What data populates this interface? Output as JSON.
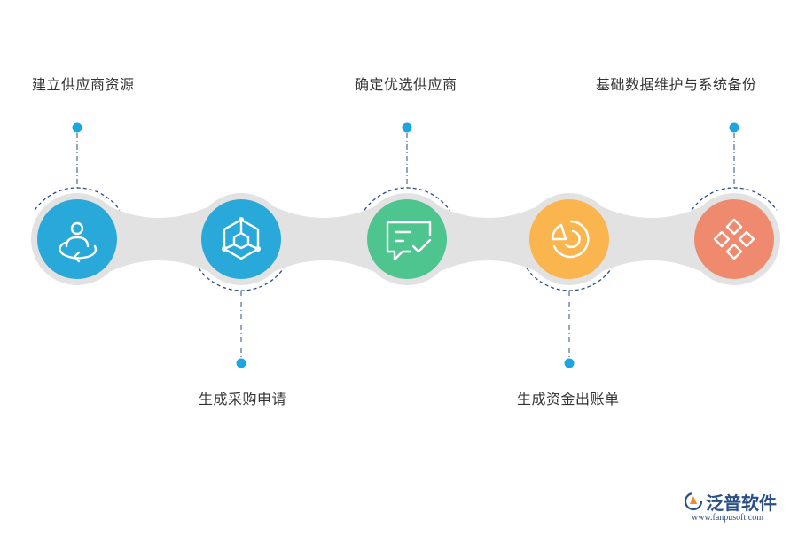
{
  "steps": [
    {
      "label": "建立供应商资源",
      "icon": "person-orbit-icon",
      "color": "#29a9d9"
    },
    {
      "label": "生成采购申请",
      "icon": "hexagon-network-icon",
      "color": "#29a9d9"
    },
    {
      "label": "确定优选供应商",
      "icon": "chat-check-icon",
      "color": "#4ec58e"
    },
    {
      "label": "生成资金出账单",
      "icon": "pie-chart-icon",
      "color": "#fbb54e"
    },
    {
      "label": "基础数据维护与系统备份",
      "icon": "diamond-grid-icon",
      "color": "#f08a6e"
    }
  ],
  "brand": {
    "name": "泛普软件",
    "url": "www.fanpusoft.com"
  },
  "colors": {
    "connector": "#e2e2e2",
    "leader": "#2a4f86",
    "dot": "#1da5e2",
    "text": "#333333"
  }
}
